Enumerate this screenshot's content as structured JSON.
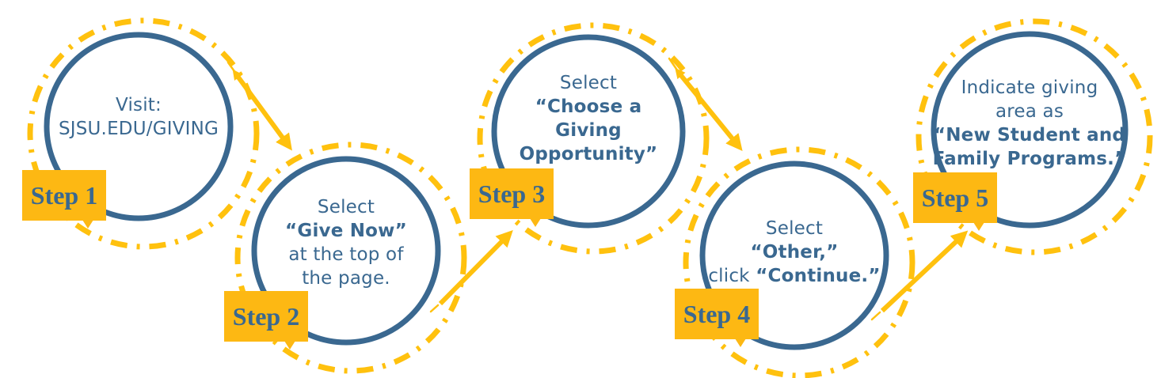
{
  "colors": {
    "blue": "#3A6890",
    "gold": "#FDB813",
    "ring-gold": "#FFC10E",
    "background": "#FFFFFF"
  },
  "steps": [
    {
      "badge": "Step 1",
      "lines": [
        [
          {
            "text": "Visit:",
            "bold": false
          }
        ],
        [
          {
            "text": "SJSU.EDU/GIVING",
            "bold": false
          }
        ]
      ]
    },
    {
      "badge": "Step 2",
      "lines": [
        [
          {
            "text": "Select",
            "bold": false
          }
        ],
        [
          {
            "text": "“Give Now”",
            "bold": true
          }
        ],
        [
          {
            "text": "at the top of",
            "bold": false
          }
        ],
        [
          {
            "text": "the page.",
            "bold": false
          }
        ]
      ]
    },
    {
      "badge": "Step 3",
      "lines": [
        [
          {
            "text": "Select",
            "bold": false
          }
        ],
        [
          {
            "text": "“Choose a",
            "bold": true
          }
        ],
        [
          {
            "text": "Giving",
            "bold": true
          }
        ],
        [
          {
            "text": "Opportunity”",
            "bold": true
          }
        ]
      ]
    },
    {
      "badge": "Step 4",
      "lines": [
        [
          {
            "text": "Select",
            "bold": false
          }
        ],
        [
          {
            "text": "“Other,”",
            "bold": true
          }
        ],
        [
          {
            "text": "click ",
            "bold": false
          },
          {
            "text": "“Continue.”",
            "bold": true
          }
        ]
      ]
    },
    {
      "badge": "Step 5",
      "lines": [
        [
          {
            "text": "Indicate giving",
            "bold": false
          }
        ],
        [
          {
            "text": "area as",
            "bold": false
          }
        ],
        [
          {
            "text": "“New Student and",
            "bold": true
          }
        ],
        [
          {
            "text": "Family Programs.”",
            "bold": true
          }
        ]
      ]
    }
  ],
  "arrows": [
    {
      "from": "Step 1",
      "to": "Step 2"
    },
    {
      "from": "Step 2",
      "to": "Step 3"
    },
    {
      "from": "Step 3",
      "to": "Step 4"
    },
    {
      "from": "Step 4",
      "to": "Step 5"
    }
  ]
}
